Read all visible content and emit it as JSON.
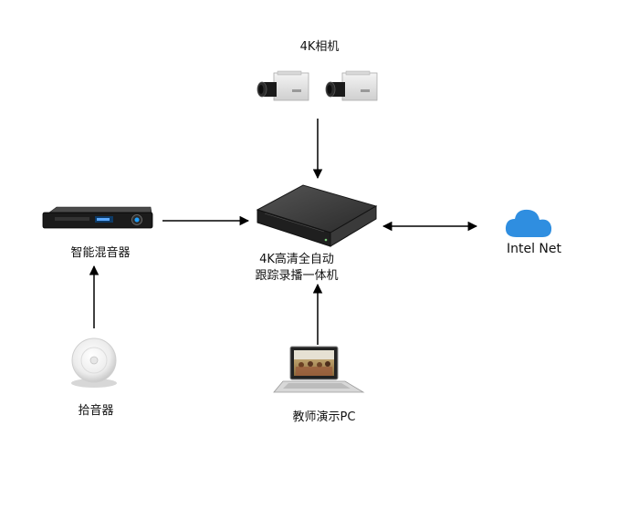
{
  "nodes": {
    "camera": {
      "label": "4K相机"
    },
    "mixer": {
      "label": "智能混音器"
    },
    "recorder": {
      "label_line1": "4K高清全自动",
      "label_line2": "跟踪录播一体机"
    },
    "cloud": {
      "label": "Intel Net"
    },
    "microphone": {
      "label": "拾音器"
    },
    "pc": {
      "label": "教师演示PC"
    }
  },
  "colors": {
    "arrow": "#000000",
    "cloud": "#2f8ee0",
    "device_dark": "#2b2b2b"
  }
}
